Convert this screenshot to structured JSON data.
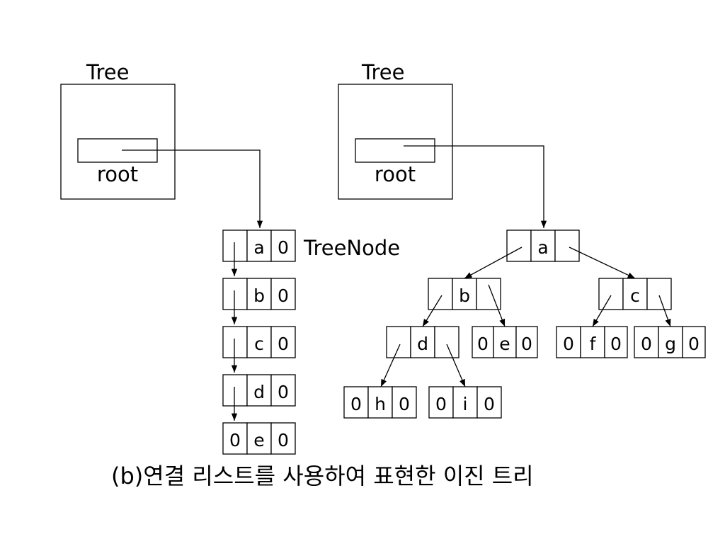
{
  "left": {
    "tree_label": "Tree",
    "root_label": "root",
    "node_type_label": "TreeNode",
    "nodes": [
      {
        "left": "",
        "value": "a",
        "right": "0"
      },
      {
        "left": "",
        "value": "b",
        "right": "0"
      },
      {
        "left": "",
        "value": "c",
        "right": "0"
      },
      {
        "left": "",
        "value": "d",
        "right": "0"
      },
      {
        "left": "0",
        "value": "e",
        "right": "0"
      }
    ]
  },
  "right": {
    "tree_label": "Tree",
    "root_label": "root",
    "nodes": [
      {
        "left": "",
        "value": "a",
        "right": ""
      },
      {
        "left": "",
        "value": "b",
        "right": ""
      },
      {
        "left": "",
        "value": "c",
        "right": ""
      },
      {
        "left": "",
        "value": "d",
        "right": ""
      },
      {
        "left": "0",
        "value": "e",
        "right": "0"
      },
      {
        "left": "0",
        "value": "f",
        "right": "0"
      },
      {
        "left": "0",
        "value": "g",
        "right": "0"
      },
      {
        "left": "0",
        "value": "h",
        "right": "0"
      },
      {
        "left": "0",
        "value": "i",
        "right": "0"
      }
    ]
  },
  "caption": "(b)연결 리스트를 사용하여 표현한 이진 트리"
}
